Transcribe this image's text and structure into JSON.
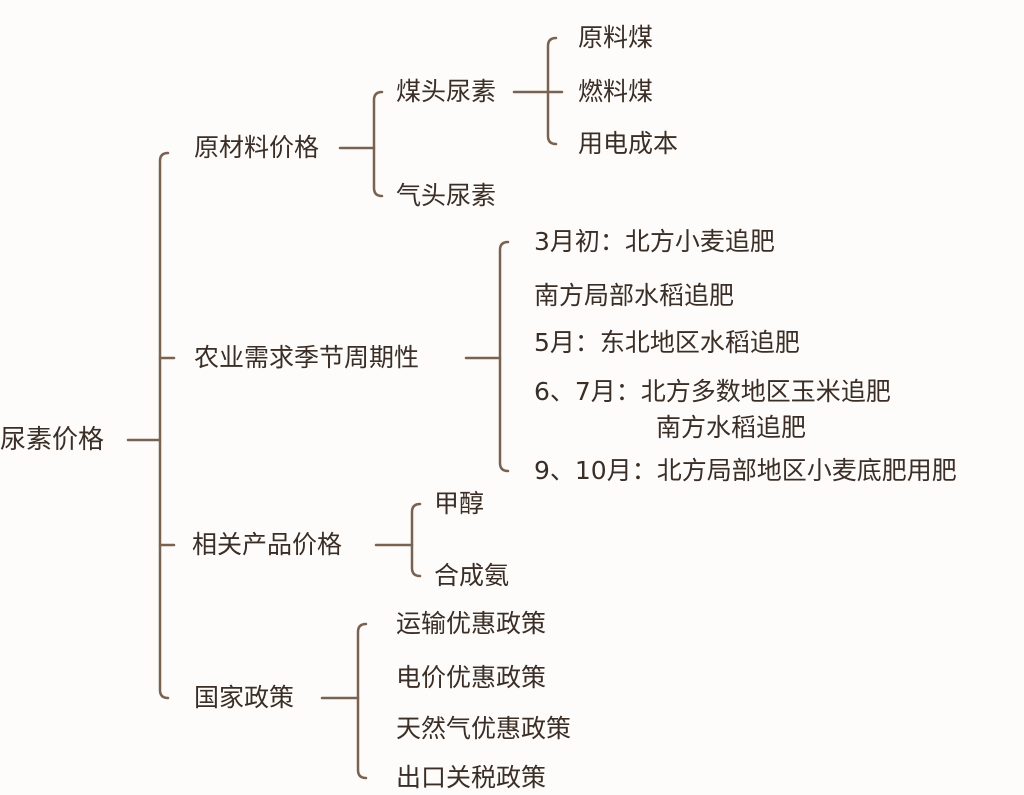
{
  "mindmap": {
    "root": "尿素价格",
    "branches": [
      {
        "label": "原材料价格",
        "children": [
          {
            "label": "煤头尿素",
            "children": [
              "原料煤",
              "燃料煤",
              "用电成本"
            ]
          },
          {
            "label": "气头尿素"
          }
        ]
      },
      {
        "label": "农业需求季节周期性",
        "children": [
          {
            "label": "3月初：北方小麦追肥"
          },
          {
            "label": "南方局部水稻追肥"
          },
          {
            "label": "5月：东北地区水稻追肥"
          },
          {
            "label": "6、7月：北方多数地区玉米追肥",
            "continuation": "南方水稻追肥"
          },
          {
            "label": "9、10月：北方局部地区小麦底肥用肥"
          }
        ]
      },
      {
        "label": "相关产品价格",
        "children": [
          {
            "label": "甲醇"
          },
          {
            "label": "合成氨"
          }
        ]
      },
      {
        "label": "国家政策",
        "children": [
          {
            "label": "运输优惠政策"
          },
          {
            "label": "电价优惠政策"
          },
          {
            "label": "天然气优惠政策"
          },
          {
            "label": "出口关税政策"
          }
        ]
      }
    ]
  },
  "colors": {
    "line": "#7a6252",
    "text": "#3a2e26",
    "background": "#fdfcfa"
  }
}
